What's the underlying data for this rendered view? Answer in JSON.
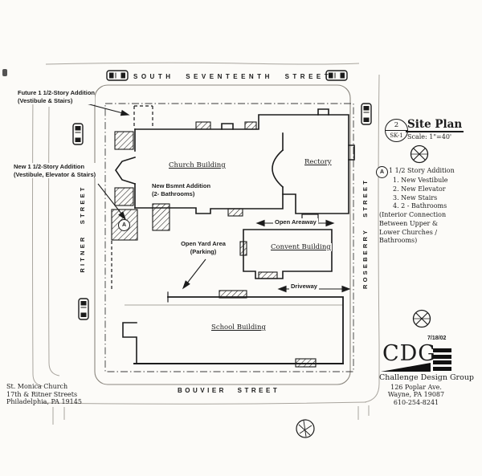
{
  "page": {
    "paper_color": "#fcfbf8",
    "ink_color": "#1c1c1c",
    "light_line_color": "#a9a59e"
  },
  "streets": {
    "top": "SOUTH SEVENTEENTH STREET",
    "left": "RITNER STREET",
    "right": "ROSEBERRY STREET",
    "bottom": "BOUVIER STREET"
  },
  "buildings": {
    "church": "Church Building",
    "rectory": "Rectory",
    "convent": "Convent Building",
    "school": "School Building"
  },
  "annotations": {
    "future_addition_line1": "Future 1 1/2-Story Addition",
    "future_addition_line2": "(Vestibule & Stairs)",
    "new_addition_line1": "New 1 1/2-Story Addition",
    "new_addition_line2": "(Vestibule, Elevator & Stairs)",
    "bsmnt_addition_line1": "New Bsmnt Addition",
    "bsmnt_addition_line2": "(2- Bathrooms)",
    "open_yard_line1": "Open Yard Area",
    "open_yard_line2": "(Parking)",
    "open_areaway": "Open Areaway",
    "driveway": "Driveway",
    "plan_marker": "A"
  },
  "title_block": {
    "bubble_number": "2",
    "bubble_sheet": "SK-1",
    "title": "Site Plan",
    "scale": "Scale: 1\"=40'",
    "note_marker": "A",
    "note_heading": "1 1/2 Story Addition",
    "note_items": [
      "1. New Vestibule",
      "2. New Elevator",
      "3. New Stairs",
      "4. 2 - Bathrooms"
    ],
    "note_footnote": [
      "(Interior Connection",
      "Between Upper &",
      "Lower Churches /",
      "Bathrooms)"
    ]
  },
  "project": {
    "name": "St. Monica Church",
    "address": "17th & Ritner Streets",
    "city": "Philadelphia, PA 19145"
  },
  "firm": {
    "date": "7/18/02",
    "logo": "CDG",
    "name": "Challenge Design Group",
    "address1": "126 Poplar Ave.",
    "address2": "Wayne, PA 19087",
    "phone": "610-254-8241"
  },
  "icons": {
    "car": "car-icon",
    "survey_marker": "survey-marker-icon",
    "tree": "tree-icon"
  }
}
